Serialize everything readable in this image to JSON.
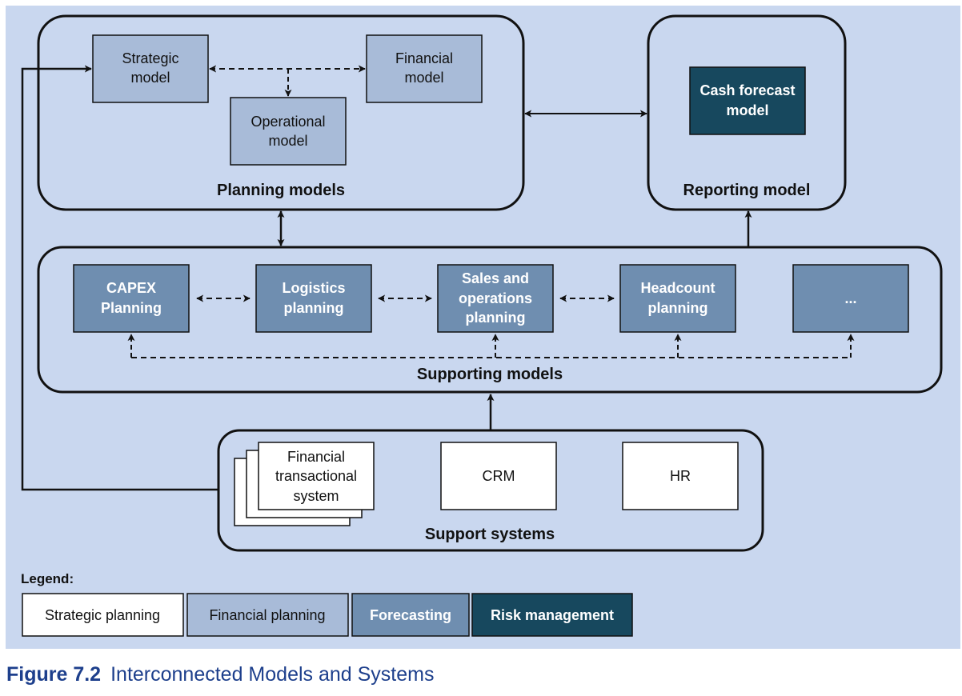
{
  "colors": {
    "background": "#c9d7ef",
    "strategic_planning": "#ffffff",
    "financial_planning": "#a8bbd8",
    "forecasting": "#6f8eb0",
    "risk_management": "#17485e",
    "stroke": "#111111",
    "caption": "#1d3f8c"
  },
  "groups": {
    "planning_models": "Planning models",
    "reporting_model": "Reporting model",
    "supporting_models": "Supporting models",
    "support_systems": "Support systems"
  },
  "nodes": {
    "strategic_model": [
      "Strategic",
      "model"
    ],
    "financial_model": [
      "Financial",
      "model"
    ],
    "operational_model": [
      "Operational",
      "model"
    ],
    "cash_forecast_model": [
      "Cash forecast",
      "model"
    ],
    "capex_planning": [
      "CAPEX",
      "Planning"
    ],
    "logistics_planning": [
      "Logistics",
      "planning"
    ],
    "sales_operations_planning": [
      "Sales and",
      "operations",
      "planning"
    ],
    "headcount_planning": [
      "Headcount",
      "planning"
    ],
    "more": [
      "..."
    ],
    "financial_transactional_system": [
      "Financial",
      "transactional",
      "system"
    ],
    "crm": [
      "CRM"
    ],
    "hr": [
      "HR"
    ]
  },
  "legend": {
    "title": "Legend:",
    "items": [
      {
        "label": "Strategic planning",
        "key": "strategic_planning"
      },
      {
        "label": "Financial planning",
        "key": "financial_planning"
      },
      {
        "label": "Forecasting",
        "key": "forecasting"
      },
      {
        "label": "Risk management",
        "key": "risk_management"
      }
    ]
  },
  "caption": {
    "number": "Figure 7.2",
    "text": "Interconnected Models and Systems"
  }
}
